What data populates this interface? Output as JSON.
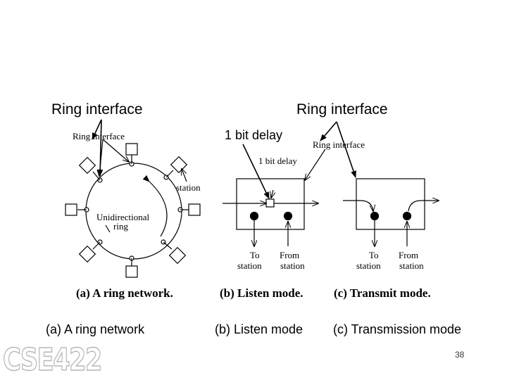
{
  "callouts": {
    "ring_interface_left": "Ring interface",
    "ring_interface_right": "Ring interface",
    "one_bit_delay": "1 bit delay"
  },
  "figure": {
    "ring_interface": "Ring interface",
    "station": "station",
    "unidirectional_ring_line1": "Unidirectional",
    "unidirectional_ring_line2": "ring",
    "one_bit_delay": "1 bit delay",
    "ring_interface_2": "Ring interface",
    "to_line1": "To",
    "to_line2": "station",
    "from_line1": "From",
    "from_line2": "station",
    "caption_a": "(a) A ring network.",
    "caption_b": "(b) Listen mode.",
    "caption_c": "(c) Transmit mode."
  },
  "captions": {
    "a": "(a) A ring network",
    "b": "(b) Listen mode",
    "c": "(c) Transmission mode"
  },
  "page_number": "38",
  "logo": "CSE422"
}
